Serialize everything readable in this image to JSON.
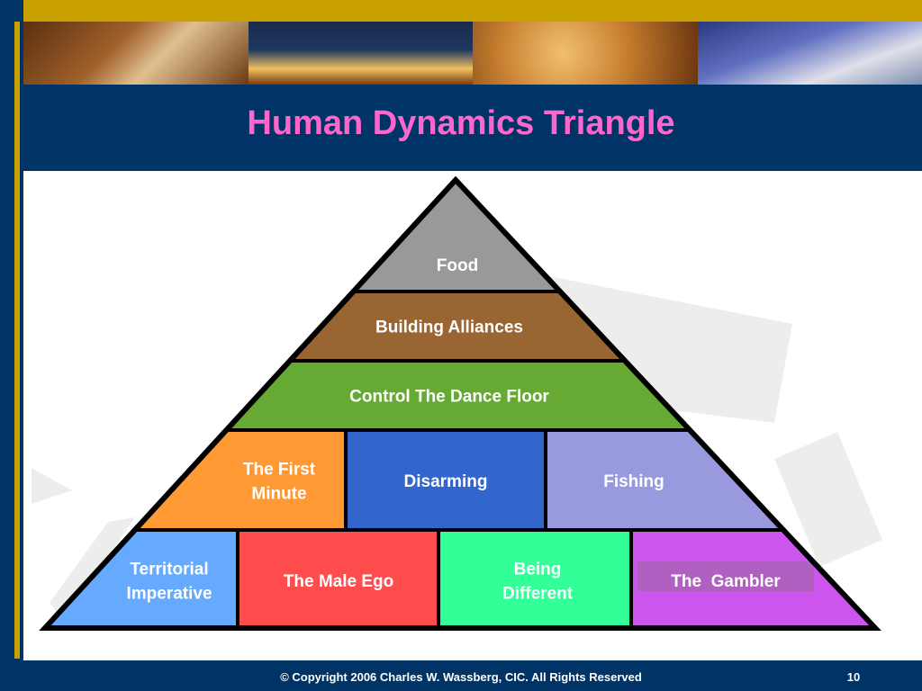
{
  "title": "Human Dynamics Triangle",
  "footer": {
    "copyright": "© Copyright 2006 Charles W. Wassberg, CIC.  All Rights Reserved",
    "page_number": "10"
  },
  "pyramid": {
    "levels": [
      {
        "label_lines": [
          "Food"
        ],
        "color": "#999999",
        "text_color": "#ffffff"
      },
      {
        "label_lines": [
          "Building Alliances"
        ],
        "color": "#996633",
        "text_color": "#ffffff"
      },
      {
        "label_lines": [
          "Control The Dance Floor"
        ],
        "color": "#66aa33",
        "text_color": "#ffffff"
      },
      {
        "label_lines": [
          "The First",
          "Minute"
        ],
        "color": "#ff9933",
        "text_color": "#ffffff"
      },
      {
        "label_lines": [
          "Disarming"
        ],
        "color": "#3366cc",
        "text_color": "#ffffff"
      },
      {
        "label_lines": [
          "Fishing"
        ],
        "color": "#9999dd",
        "text_color": "#ffffff"
      },
      {
        "label_lines": [
          "Territorial",
          "Imperative"
        ],
        "color": "#66aaff",
        "text_color": "#ffffff"
      },
      {
        "label_lines": [
          "The Male Ego"
        ],
        "color": "#ff4d4d",
        "text_color": "#ffffff"
      },
      {
        "label_lines": [
          "Being",
          "Different"
        ],
        "color": "#33ff99",
        "text_color": "#ffffff"
      },
      {
        "label_lines": [
          "The  Gambler"
        ],
        "color": "#cc55ee",
        "text_color": "#ffffff",
        "highlight": "#b060c0"
      }
    ]
  }
}
